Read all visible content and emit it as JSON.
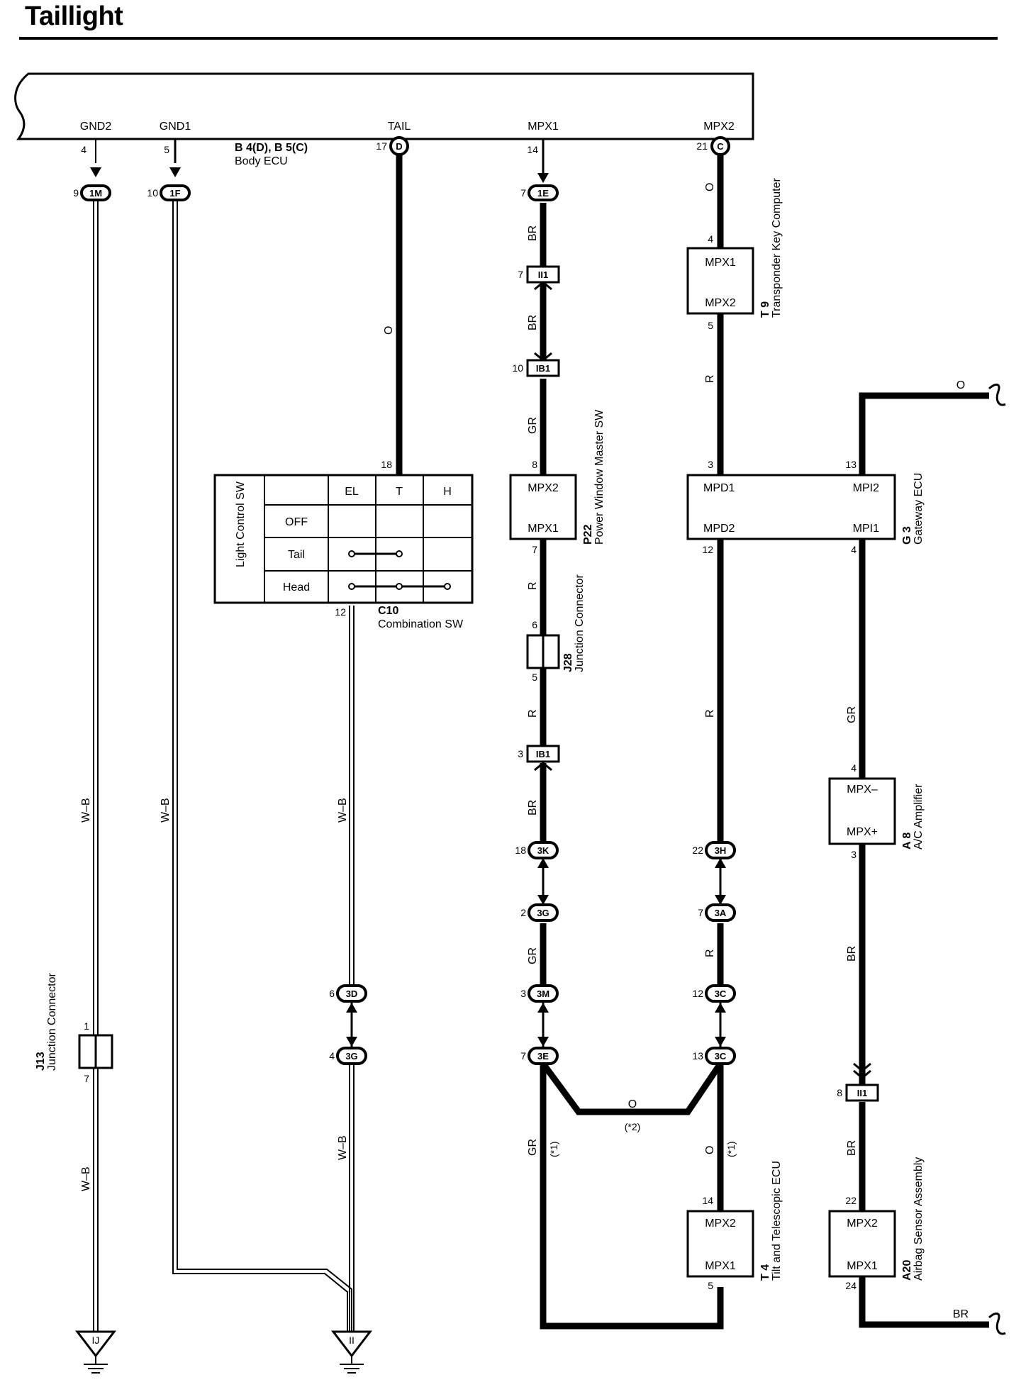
{
  "title": "Taillight",
  "body_ecu": {
    "name": "B 4(D), B 5(C)",
    "desc": "Body ECU",
    "terminals": [
      {
        "label": "GND2",
        "pin": "4"
      },
      {
        "label": "GND1",
        "pin": "5"
      },
      {
        "label": "TAIL",
        "pin": "17",
        "conn": "D"
      },
      {
        "label": "MPX1",
        "pin": "14"
      },
      {
        "label": "MPX2",
        "pin": "21",
        "conn": "C"
      }
    ]
  },
  "connectors": [
    {
      "pin": "9",
      "id": "1M"
    },
    {
      "pin": "10",
      "id": "1F"
    },
    {
      "pin": "7",
      "id": "1E"
    },
    {
      "pin": "7",
      "id": "II1"
    },
    {
      "pin": "10",
      "id": "IB1"
    },
    {
      "pin": "3",
      "id": "IB1"
    },
    {
      "pin": "18",
      "id": "3K"
    },
    {
      "pin": "2",
      "id": "3G"
    },
    {
      "pin": "3",
      "id": "3M"
    },
    {
      "pin": "7",
      "id": "3E"
    },
    {
      "pin": "22",
      "id": "3H"
    },
    {
      "pin": "7",
      "id": "3A"
    },
    {
      "pin": "12",
      "id": "3C"
    },
    {
      "pin": "13",
      "id": "3C"
    },
    {
      "pin": "6",
      "id": "3D"
    },
    {
      "pin": "4",
      "id": "3G"
    },
    {
      "pin": "8",
      "id": "II1"
    }
  ],
  "wire_colors": {
    "w_b": "W–B",
    "o": "O",
    "br": "BR",
    "gr": "GR",
    "r": "R"
  },
  "notes": {
    "n1": "(*1)",
    "n2": "(*2)"
  },
  "combination_sw": {
    "id": "C10",
    "desc": "Combination SW",
    "title": "Light Control SW",
    "pin_top": "18",
    "pin_bottom": "12",
    "columns": [
      "EL",
      "T",
      "H"
    ],
    "rows": [
      "OFF",
      "Tail",
      "Head"
    ]
  },
  "components": {
    "transponder": {
      "id": "T 9",
      "desc": "Transponder Key Computer",
      "t1": "MPX1",
      "t2": "MPX2",
      "p1": "4",
      "p2": "5"
    },
    "pw_master": {
      "id": "P22",
      "desc": "Power Window Master SW",
      "t1": "MPX2",
      "t2": "MPX1",
      "p1": "8",
      "p2": "7"
    },
    "j28": {
      "id": "J28",
      "desc": "Junction Connector",
      "p1": "6",
      "p2": "5"
    },
    "gateway": {
      "id": "G 3",
      "desc": "Gateway ECU",
      "t1": "MPD1",
      "t2": "MPI2",
      "t3": "MPD2",
      "t4": "MPI1",
      "p1": "3",
      "p2": "13",
      "p3": "12",
      "p4": "4"
    },
    "ac_amp": {
      "id": "A 8",
      "desc": "A/C Amplifier",
      "t1": "MPX–",
      "t2": "MPX+",
      "p1": "4",
      "p2": "3"
    },
    "tilt": {
      "id": "T 4",
      "desc": "Tilt and Telescopic ECU",
      "t1": "MPX2",
      "t2": "MPX1",
      "p1": "14",
      "p2": "5"
    },
    "airbag": {
      "id": "A20",
      "desc": "Airbag Sensor Assembly",
      "t1": "MPX2",
      "t2": "MPX1",
      "p1": "22",
      "p2": "24"
    },
    "j13": {
      "id": "J13",
      "desc": "Junction Connector",
      "p1": "1",
      "p2": "7"
    }
  },
  "grounds": [
    "IJ",
    "II"
  ]
}
